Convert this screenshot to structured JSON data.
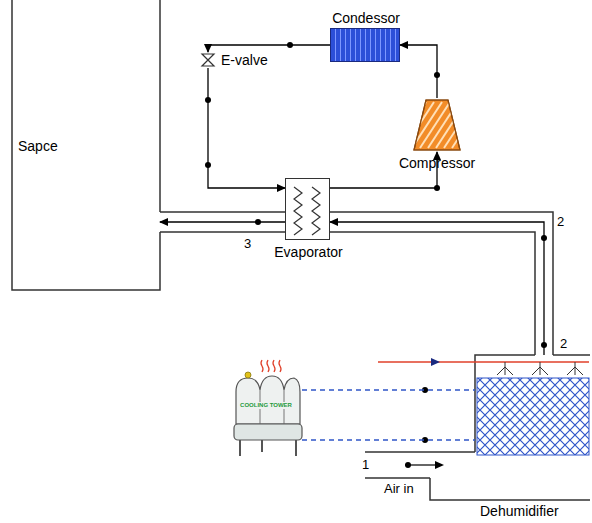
{
  "diagram": {
    "nodes": [
      {
        "text": [
          "Sapce"
        ]
      },
      {
        "text": [
          "Condessor"
        ]
      },
      {
        "text": [
          "Compressor"
        ]
      },
      {
        "text": [
          "E-valve"
        ]
      },
      {
        "text": [
          "Evaporator"
        ]
      },
      {
        "text": [
          "Dehumidifier"
        ]
      },
      {
        "text": [
          "COOLING TOWER"
        ]
      }
    ],
    "edges": [
      {
        "from": 2,
        "to": 1,
        "arrow": "to"
      },
      {
        "from": 1,
        "to": 3,
        "arrow": "to"
      },
      {
        "from": 3,
        "to": 4,
        "arrow": "to"
      },
      {
        "from": 4,
        "to": 2,
        "arrow": "to"
      },
      {
        "from": 5,
        "to": 4,
        "arrow": "to"
      },
      {
        "from": 4,
        "to": 0,
        "arrow": "to"
      },
      {
        "from": 6,
        "to": 5,
        "arrow": "none"
      },
      {
        "from": 6,
        "to": 5,
        "arrow": "none"
      }
    ],
    "labels": [
      "2",
      "3",
      "2",
      "1",
      "Air in"
    ]
  }
}
